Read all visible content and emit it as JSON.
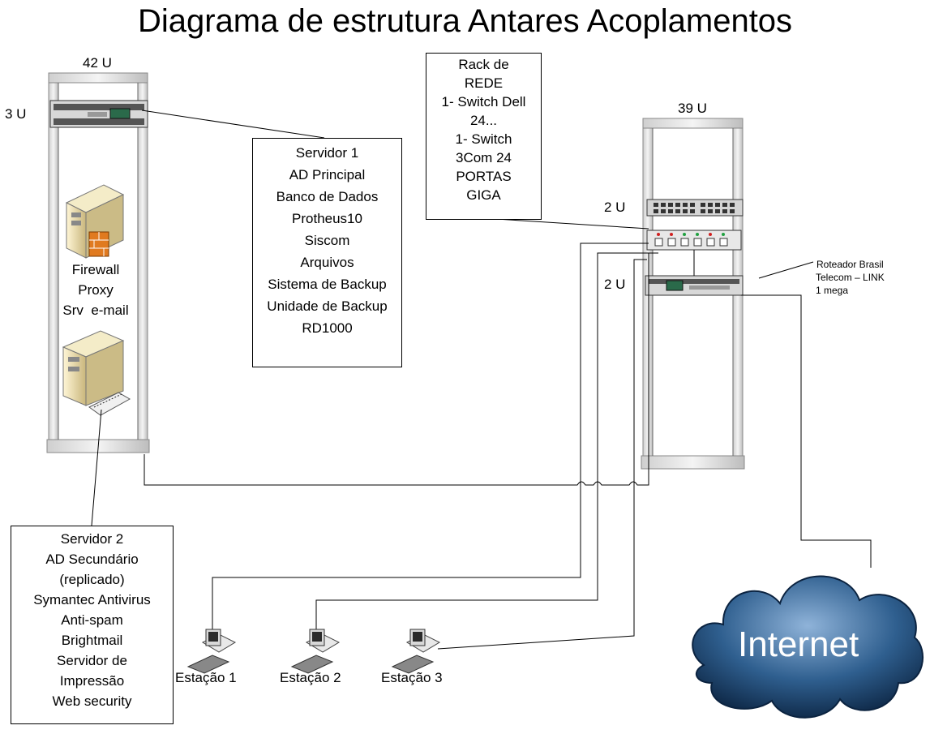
{
  "title": "Diagrama de estrutura Antares Acoplamentos",
  "rack_left": {
    "height_label": "42 U",
    "server_unit_label": "3 U"
  },
  "rack_right": {
    "height_label": "39 U",
    "switch_unit_label": "2 U",
    "router_unit_label": "2 U"
  },
  "firewall": {
    "lines": [
      "Firewall",
      "Proxy",
      "Srv  e-mail"
    ]
  },
  "server1": {
    "lines": [
      "Servidor 1",
      "AD Principal",
      "Banco de Dados",
      "Protheus10",
      "Siscom",
      "Arquivos",
      "Sistema de Backup",
      "Unidade de Backup",
      "RD1000"
    ]
  },
  "server2": {
    "lines": [
      "Servidor 2",
      "AD Secundário",
      "(replicado)",
      "Symantec Antivirus",
      "Anti-spam",
      "Brightmail",
      "Servidor de",
      "Impressão",
      "Web security"
    ]
  },
  "network_rack": {
    "lines": [
      "Rack de",
      "REDE",
      "1- Switch Dell",
      "24...",
      "1- Switch",
      "3Com 24",
      "PORTAS",
      "GIGA"
    ]
  },
  "router": {
    "lines": [
      "Roteador Brasil",
      "Telecom – LINK",
      "1 mega"
    ]
  },
  "stations": [
    "Estação 1",
    "Estação 2",
    "Estação 3"
  ],
  "internet_label": "Internet",
  "colors": {
    "rack_frame": "#b8b8b8",
    "cloud_dark": "#0d2a4a",
    "cloud_light": "#6a8fb8",
    "server_beige": "#e9dcae"
  }
}
